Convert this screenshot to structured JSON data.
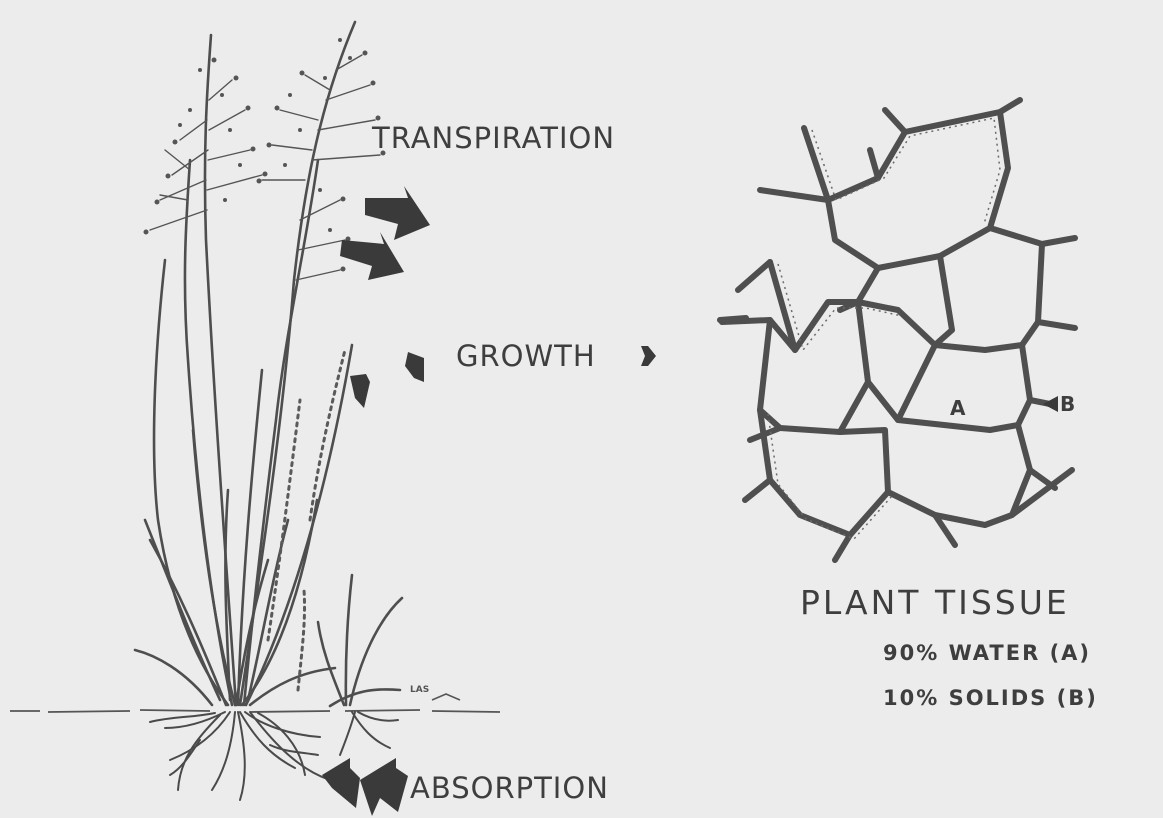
{
  "labels": {
    "transpiration": "TRANSPIRATION",
    "growth": "GROWTH",
    "absorption": "ABSORPTION",
    "plant_tissue": "PLANT TISSUE",
    "water": "90% WATER (A)",
    "solids": "10% SOLIDS (B)",
    "cell_a": "A",
    "cell_b": "B",
    "signature": "LAS"
  },
  "colors": {
    "ink": "#4a4a4a",
    "arrow": "#3a3a3a",
    "background": "#ececec"
  }
}
